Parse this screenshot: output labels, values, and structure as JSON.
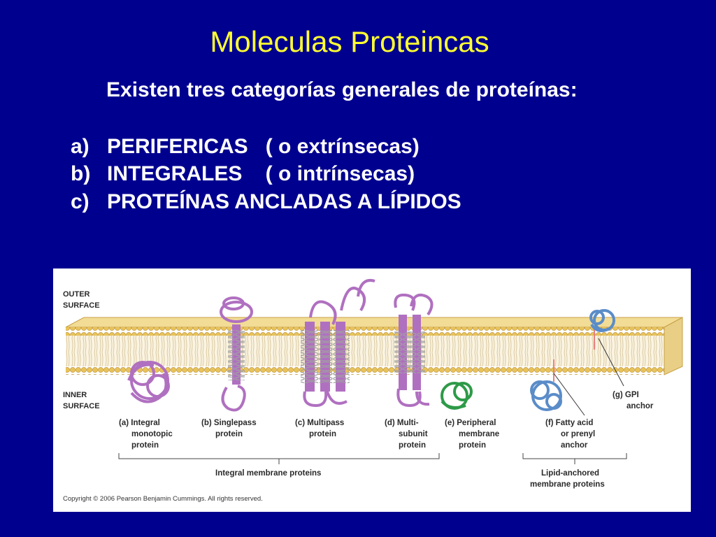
{
  "slide": {
    "title": "Moleculas Proteincas",
    "subtitle": "Existen tres categorías generales de proteínas:",
    "categories": [
      {
        "letter": "a)",
        "text": "PERIFERICAS   ( o extrínsecas)"
      },
      {
        "letter": "b)",
        "text": "INTEGRALES    ( o intrínsecas)"
      },
      {
        "letter": "c)",
        "text": "PROTEÍNAS ANCLADAS A LÍPIDOS"
      }
    ]
  },
  "figure": {
    "outer_surface": [
      "OUTER",
      "SURFACE"
    ],
    "inner_surface": [
      "INNER",
      "SURFACE"
    ],
    "labels": {
      "a": [
        "(a) Integral",
        "monotopic",
        "protein"
      ],
      "b": [
        "(b) Singlepass",
        "protein"
      ],
      "c": [
        "(c) Multipass",
        "protein"
      ],
      "d": [
        "(d) Multi-",
        "subunit",
        "protein"
      ],
      "e": [
        "(e) Peripheral",
        "membrane",
        "protein"
      ],
      "f": [
        "(f)  Fatty acid",
        "or prenyl",
        "anchor"
      ],
      "g": [
        "(g) GPI",
        "anchor"
      ]
    },
    "group_integral": "Integral membrane proteins",
    "group_lipid": [
      "Lipid-anchored",
      "membrane proteins"
    ],
    "copyright": "Copyright © 2006 Pearson Benjamin Cummings. All rights reserved."
  },
  "colors": {
    "background": "#00008f",
    "title": "#ffff33",
    "text": "#ffffff",
    "integral_protein": "#b070c0",
    "peripheral_protein": "#2e9a48",
    "lipid_anchored_protein": "#5a8cc8",
    "lipid_heads": "#e8c35a"
  }
}
